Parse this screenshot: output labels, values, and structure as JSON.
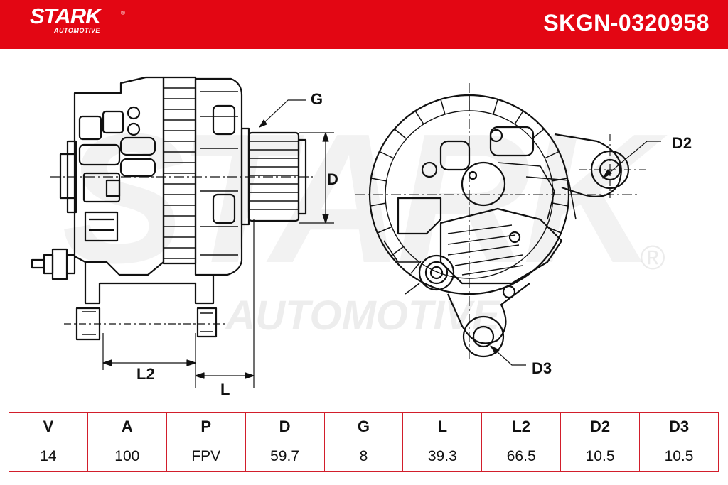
{
  "header": {
    "brand": "STARK",
    "brand_sub": "AUTOMOTIVE",
    "registered_mark": "®",
    "part_number": "SKGN-0320958",
    "bar_color": "#e30613"
  },
  "watermark": {
    "brand": "STARK",
    "brand_sub": "AUTOMOTIVE",
    "registered_mark": "®"
  },
  "drawing": {
    "labels": {
      "g": "G",
      "d": "D",
      "l": "L",
      "l2": "L2",
      "d2": "D2",
      "d3": "D3"
    }
  },
  "specs": {
    "headers": [
      "V",
      "A",
      "P",
      "D",
      "G",
      "L",
      "L2",
      "D2",
      "D3"
    ],
    "values": [
      "14",
      "100",
      "FPV",
      "59.7",
      "8",
      "39.3",
      "66.5",
      "10.5",
      "10.5"
    ],
    "border_color": "#d21e2b"
  }
}
